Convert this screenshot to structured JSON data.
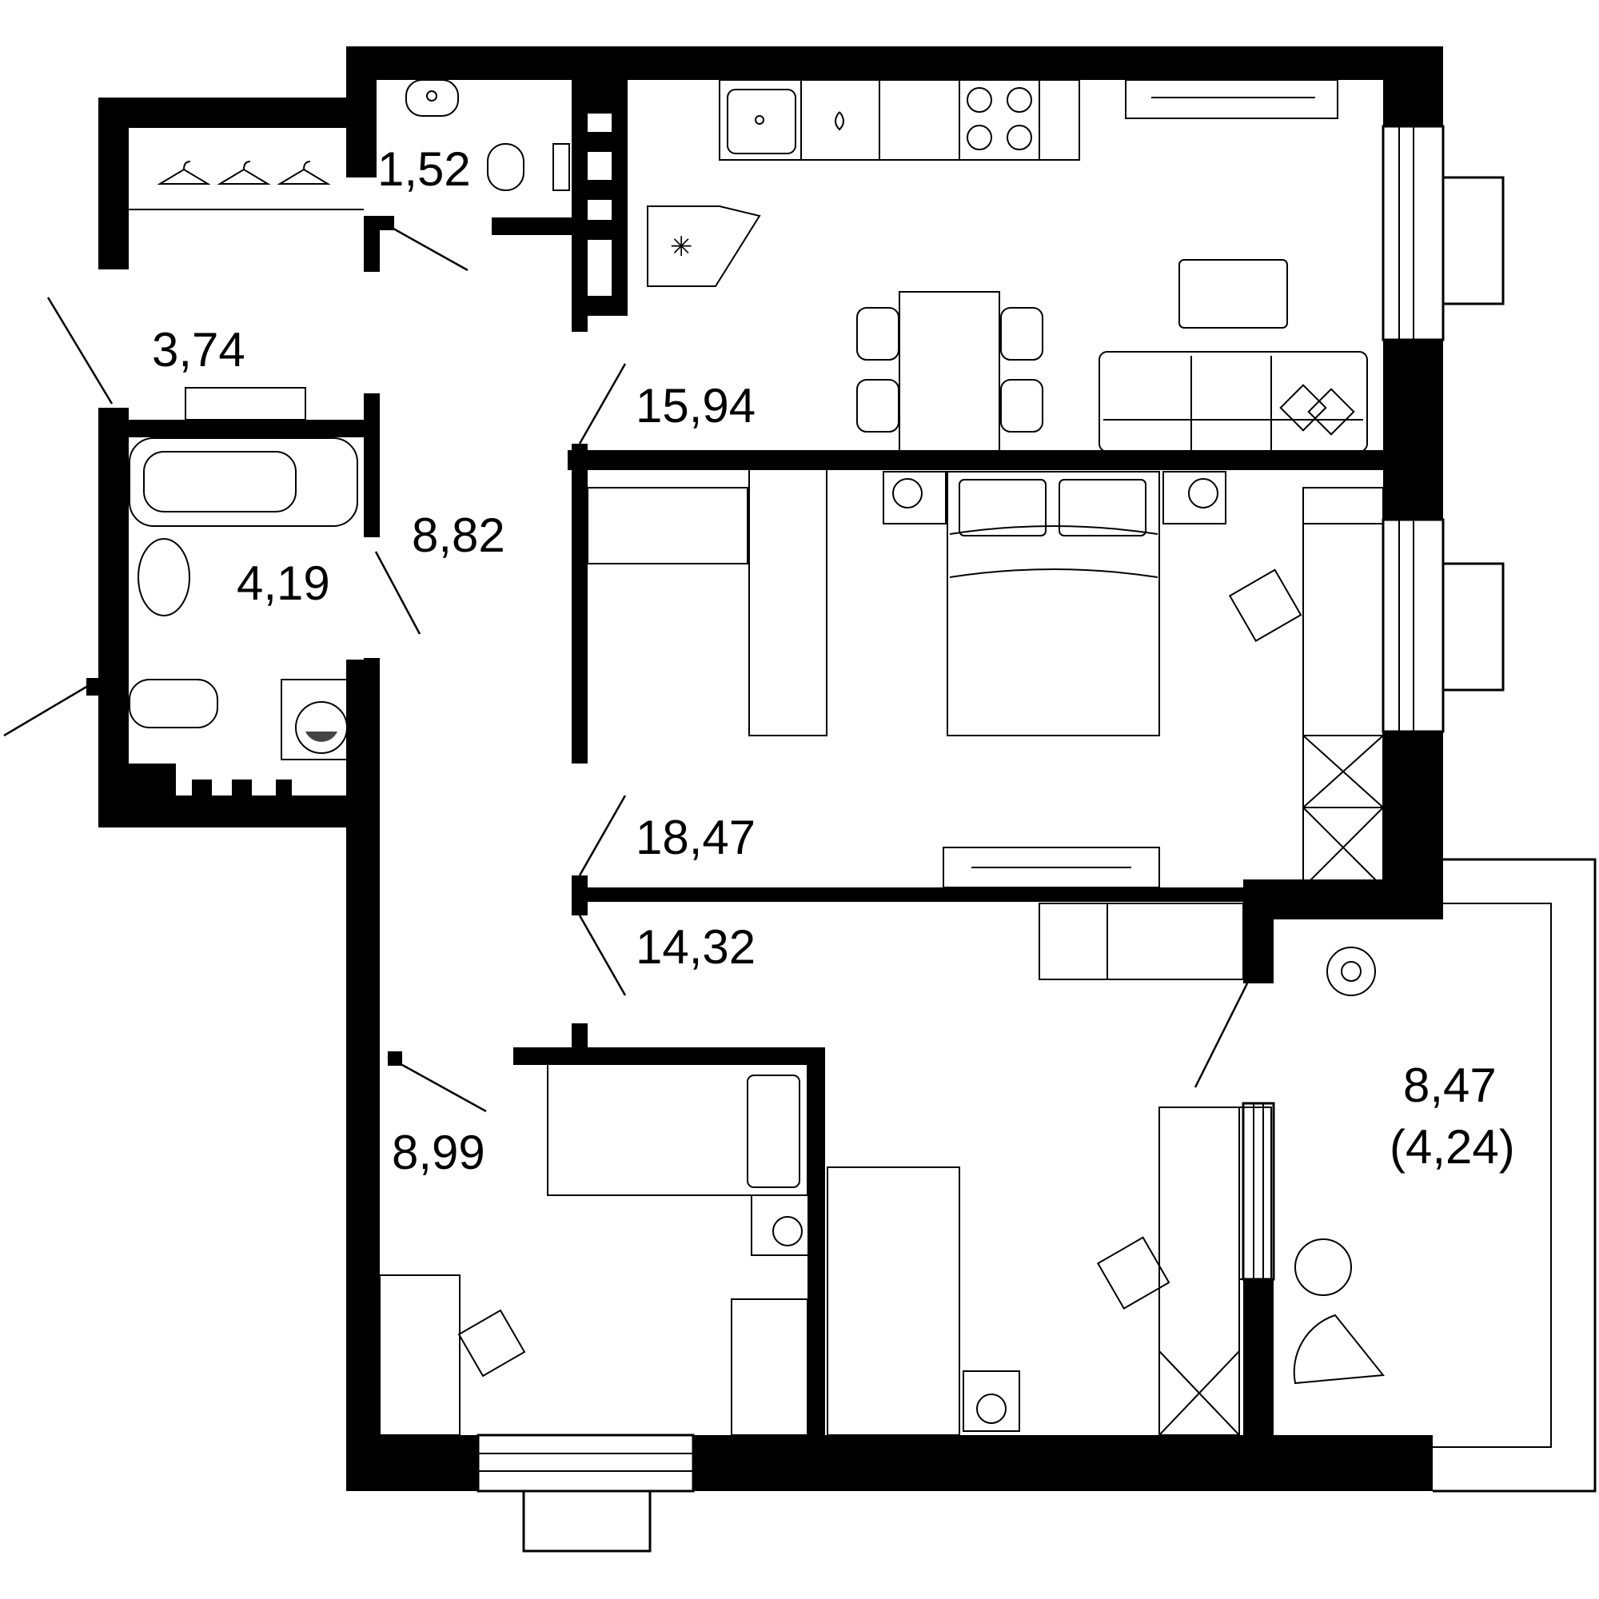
{
  "floor_plan": {
    "rooms": [
      {
        "id": "wardrobe-closet",
        "area": "3,74"
      },
      {
        "id": "toilet",
        "area": "1,52"
      },
      {
        "id": "bathroom",
        "area": "4,19"
      },
      {
        "id": "hallway",
        "area": "8,82"
      },
      {
        "id": "kitchen-living",
        "area": "15,94"
      },
      {
        "id": "bedroom-master",
        "area": "18,47"
      },
      {
        "id": "bedroom-2",
        "area": "14,32"
      },
      {
        "id": "corridor",
        "area": "8,99"
      },
      {
        "id": "balcony",
        "area": "8,47",
        "area_reduced": "(4,24)"
      }
    ]
  },
  "colors": {
    "wall": "#000000",
    "background": "#ffffff",
    "line": "#000000"
  }
}
